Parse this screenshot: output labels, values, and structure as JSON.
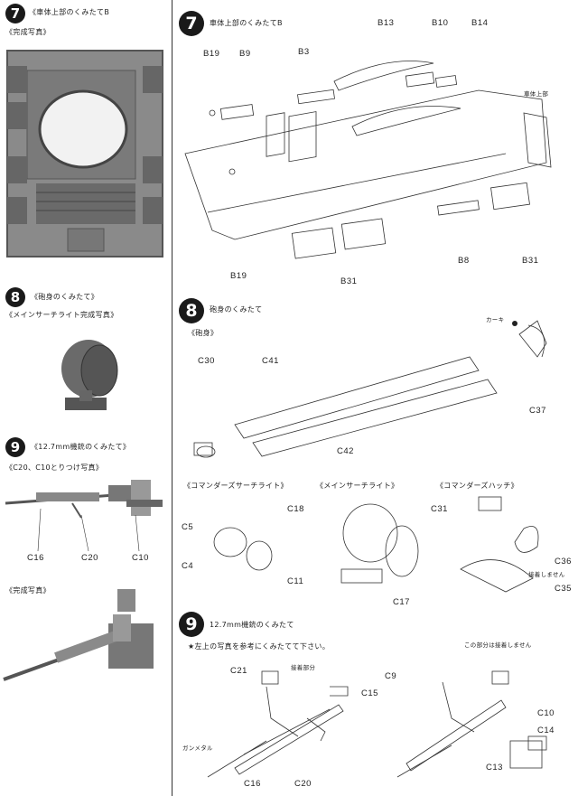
{
  "left": {
    "step7": {
      "num": "7",
      "title": "《車体上部のくみたてB",
      "caption": "《完成写真》"
    },
    "step8": {
      "num": "8",
      "title": "《砲身のくみたて》",
      "caption": "《メインサーチライト完成写真》"
    },
    "step9": {
      "num": "9",
      "title": "《12.7mm機銃のくみたて》",
      "caption": "《C20、C10とりつけ写真》",
      "caption2": "《完成写真》",
      "labels": {
        "c16": "C16",
        "c20": "C20",
        "c10": "C10"
      }
    }
  },
  "right": {
    "step7": {
      "num": "7",
      "title": "車体上部のくみたてB",
      "labels": {
        "b19a": "B19",
        "b9": "B9",
        "b3": "B3",
        "b13": "B13",
        "b10": "B10",
        "b14": "B14",
        "hull": "車体上部",
        "b19b": "B19",
        "b31a": "B31",
        "b31b": "B31",
        "b8": "B8"
      }
    },
    "step8": {
      "num": "8",
      "title": "砲身のくみたて",
      "sub": "《砲身》",
      "labels": {
        "c30": "C30",
        "c41": "C41",
        "c42": "C42",
        "c37": "C37",
        "khaki": "カーキ"
      }
    },
    "searchlights": {
      "cmd_title": "《コマンダーズサーチライト》",
      "main_title": "《メインサーチライト》",
      "hatch_title": "《コマンダーズハッチ》",
      "labels": {
        "c5": "C5",
        "c4": "C4",
        "c18": "C18",
        "c11": "C11",
        "c17": "C17",
        "c31": "C31",
        "c36": "C36",
        "c35": "C35",
        "noglue": "接着しません"
      }
    },
    "step9": {
      "num": "9",
      "title": "12.7mm機銃のくみたて",
      "note": "★左上の写真を参考にくみたてて下さい。",
      "labels": {
        "c21": "C21",
        "glue": "接着部分",
        "c15": "C15",
        "gunmetal": "ガンメタル",
        "c16": "C16",
        "c20": "C20",
        "notglued": "この部分は接着しません",
        "c9": "C9",
        "c10": "C10",
        "c14": "C14",
        "c13": "C13"
      }
    }
  }
}
